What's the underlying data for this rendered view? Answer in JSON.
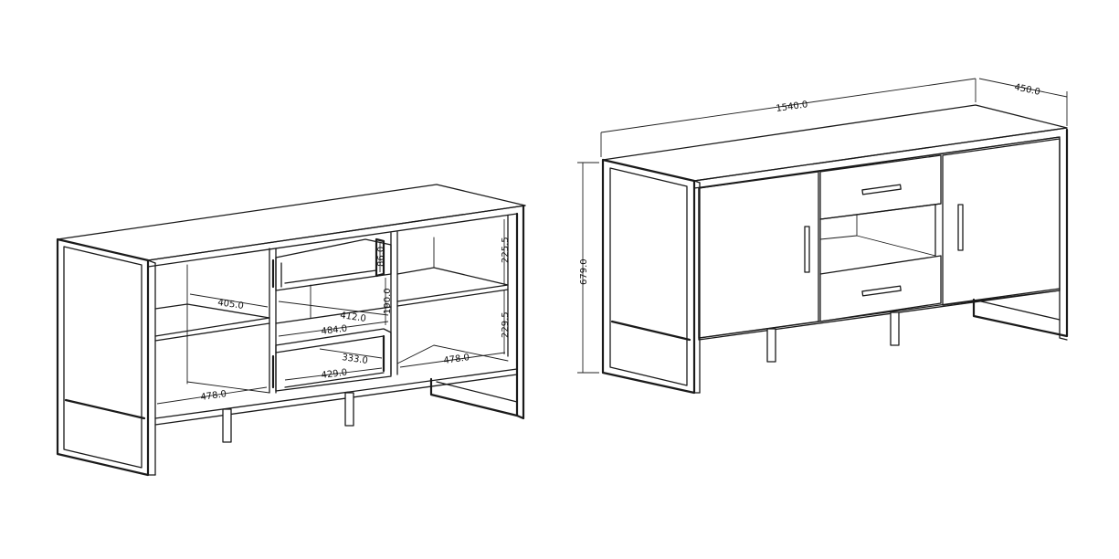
{
  "colors": {
    "line": "#1a1a1a",
    "background": "#ffffff"
  },
  "interior_view": {
    "dimensions": {
      "shelf_left_width": "405.0",
      "drawer_inner_width": "412.0",
      "drawer_outer_width": "484.0",
      "drawer_bottom_inner": "333.0",
      "drawer_bottom_outer": "429.0",
      "base_left": "478.0",
      "base_right": "478.0",
      "drawer_height": "86.0",
      "middle_gap": "190.0",
      "upper_compartment": "225.5",
      "lower_compartment": "229.5"
    }
  },
  "exterior_view": {
    "dimensions": {
      "total_width": "1540.0",
      "depth": "450.0",
      "height": "679.0"
    }
  }
}
